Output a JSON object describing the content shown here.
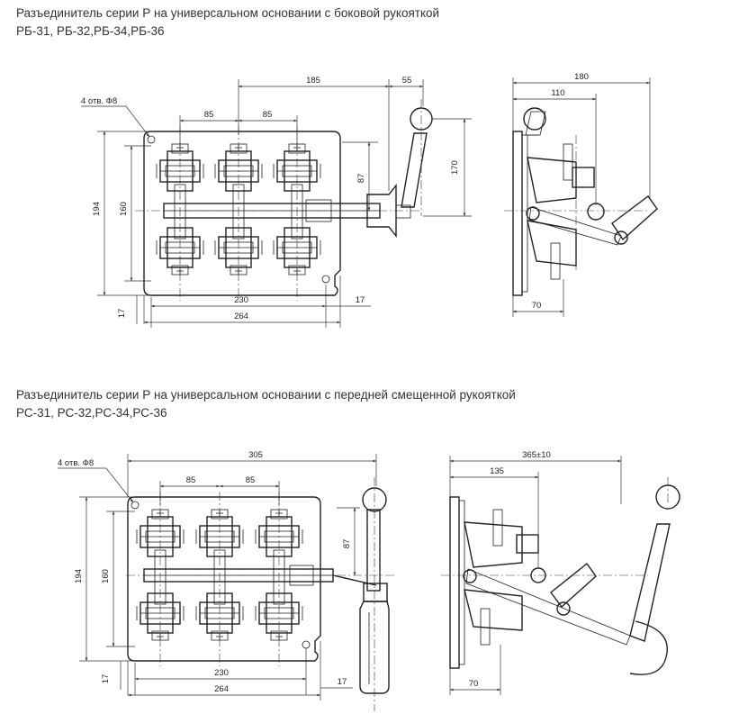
{
  "section1": {
    "title": "Разъединитель серии Р на универсальном основании с боковой рукояткой",
    "models": "РБ-31, РБ-32,РБ-34,РБ-36",
    "front_view": {
      "hole_note": "4 отв. Ф8",
      "dims": {
        "d185": "185",
        "d55": "55",
        "d85a": "85",
        "d85b": "85",
        "d87": "87",
        "d170": "170",
        "d194": "194",
        "d160": "160",
        "d230": "230",
        "d264": "264",
        "d17a": "17",
        "d17b": "17"
      }
    },
    "side_view": {
      "dims": {
        "d180": "180",
        "d110": "110",
        "d70": "70"
      }
    }
  },
  "section2": {
    "title": "Разъединитель серии Р на универсальном основании с передней смещенной рукояткой",
    "models": "РС-31, РС-32,РС-34,РС-36",
    "front_view": {
      "hole_note": "4 отв. Ф8",
      "dims": {
        "d305": "305",
        "d85a": "85",
        "d85b": "85",
        "d87": "87",
        "d194": "194",
        "d160": "160",
        "d230": "230",
        "d264": "264",
        "d17a": "17",
        "d17b": "17"
      }
    },
    "side_view": {
      "dims": {
        "d365": "365±10",
        "d135": "135",
        "d70": "70"
      }
    }
  }
}
